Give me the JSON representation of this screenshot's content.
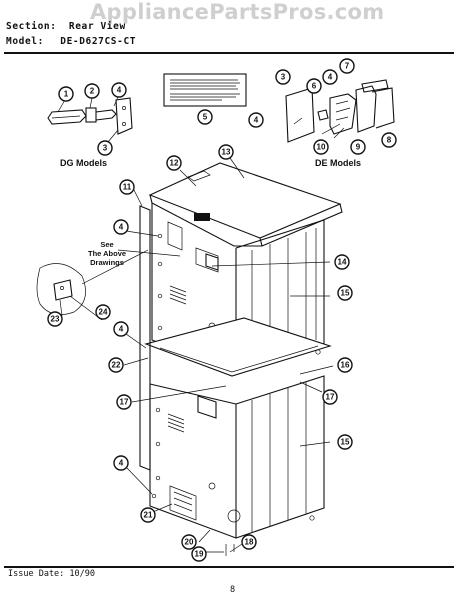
{
  "header": {
    "section_label": "Section:",
    "section_value": "Rear View",
    "model_label": "Model:",
    "model_value": "DE-D627CS-CT",
    "watermark": "AppliancePartsPros.com"
  },
  "labels": {
    "dg_models": "DG Models",
    "de_models": "DE Models",
    "see_above_1": "See",
    "see_above_2": "The Above",
    "see_above_3": "Drawings"
  },
  "callouts": [
    "1",
    "2",
    "3",
    "4",
    "5",
    "6",
    "7",
    "8",
    "9",
    "10",
    "11",
    "12",
    "13",
    "14",
    "15",
    "16",
    "17",
    "18",
    "19",
    "20",
    "21",
    "22",
    "23",
    "24"
  ],
  "footer": {
    "issue_date": "Issue Date: 10/90",
    "page_number": "8"
  }
}
